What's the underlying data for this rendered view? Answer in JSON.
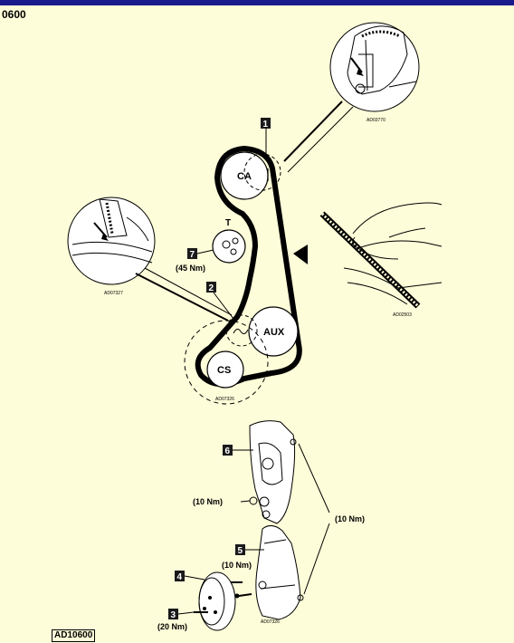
{
  "page": {
    "code": "0600",
    "reference": "AD10600"
  },
  "pulleys": {
    "camshaft": "CA",
    "tensioner": "T",
    "auxiliary": "AUX",
    "crankshaft": "CS"
  },
  "callouts": {
    "c1": "1",
    "c2": "2",
    "c3": "3",
    "c4": "4",
    "c5": "5",
    "c6": "6",
    "c7": "7"
  },
  "torques": {
    "tensioner": "(45 Nm)",
    "cover_upper_left": "(10 Nm)",
    "cover_right": "(10 Nm)",
    "cover_lower": "(10 Nm)",
    "crank_pulley": "(20 Nm)"
  },
  "figure_refs": {
    "camshaft_detail": "AD03770",
    "crank_detail": "AD07327",
    "main_diagram": "AD07326",
    "belt_detail": "AD02503",
    "cover_assembly": "AD07326"
  },
  "colors": {
    "background": "#fefdd9",
    "topbar": "#1a1a8c",
    "ink": "#000000"
  }
}
